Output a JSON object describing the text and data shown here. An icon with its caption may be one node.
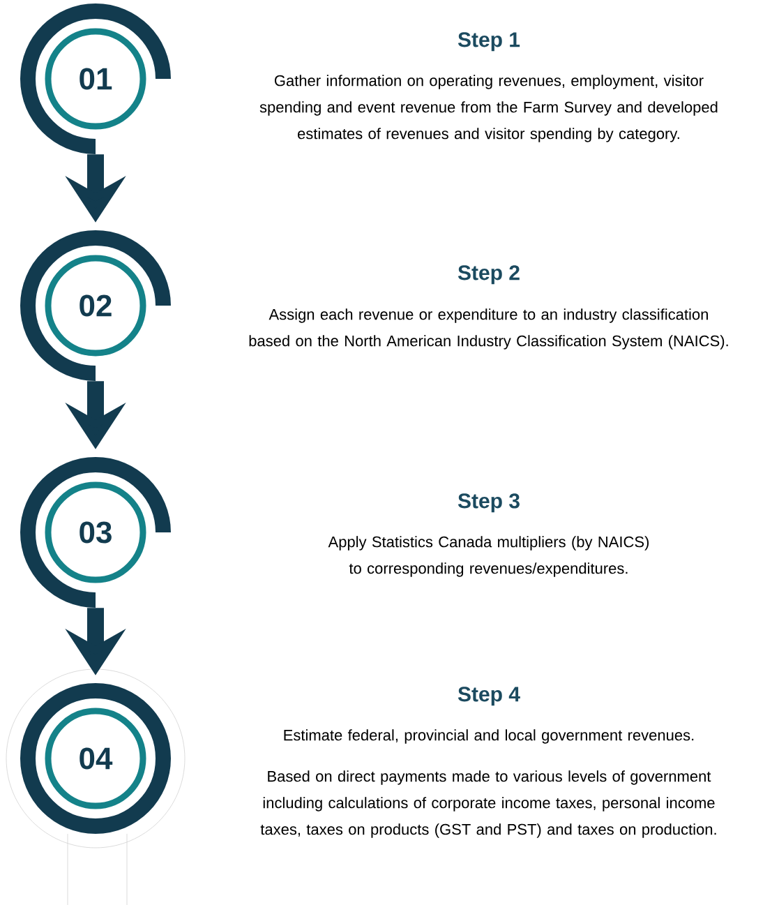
{
  "diagram": {
    "nodes": [
      {
        "text": [
          "01"
        ]
      },
      {
        "text": [
          "02"
        ]
      },
      {
        "text": [
          "03"
        ]
      },
      {
        "text": [
          "04"
        ]
      }
    ],
    "edges": [
      {
        "from": 0,
        "to": 1,
        "arrow": "to"
      },
      {
        "from": 1,
        "to": 2,
        "arrow": "to"
      },
      {
        "from": 2,
        "to": 3,
        "arrow": "to"
      }
    ],
    "labels": [
      "Step 1",
      "Gather information on operating revenues, employment, visitor spending and event revenue from the Farm Survey and developed estimates of revenues and visitor spending by category.",
      "Step 2",
      "Assign each revenue or expenditure to an industry classification based on the North American Industry Classification System (NAICS).",
      "Step 3",
      "Apply Statistics Canada multipliers (by NAICS) to corresponding revenues/expenditures.",
      "Step 4",
      "Estimate federal, provincial and local government revenues.",
      "Based on direct payments made to various levels of government including calculations of corporate income taxes, personal income taxes, taxes on products (GST and PST) and taxes on production."
    ]
  }
}
